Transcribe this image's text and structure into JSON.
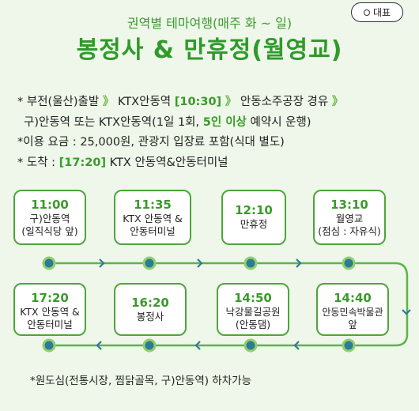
{
  "badge": {
    "label": "대표"
  },
  "header": {
    "subtitle": "권역별 테마여행(매주 화 ~ 일)",
    "title": "봉정사 & 만휴정(월영교)"
  },
  "info": {
    "line1": {
      "prefix": "* 부전(울산)출발",
      "a1": "》",
      "mid": " KTX안동역 ",
      "time": "[10:30]",
      "a2": "》",
      "end": " 안동소주공장 경유 ",
      "a3": "》"
    },
    "line2": {
      "pre": "구)안동역 또는 KTX안동역(1일 1회, ",
      "hl": "5인 이상",
      "post": " 예약시 운행)"
    },
    "line3": "*이용 요금 : 25,000원, 관광지 입장료 포함(식대 별도)",
    "line4": {
      "pre": "* 도착 : ",
      "time": "[17:20]",
      "post": " KTX 안동역&안동터미널"
    }
  },
  "stops_top": [
    {
      "time": "11:00",
      "l1": "구)안동역",
      "l2": "(일직식당 앞)"
    },
    {
      "time": "11:35",
      "l1": "KTX 안동역 &",
      "l2": "안동터미널"
    },
    {
      "time": "12:10",
      "l1": "만휴정",
      "l2": ""
    },
    {
      "time": "13:10",
      "l1": "월영교",
      "l2": "(점심 : 자유식)"
    }
  ],
  "stops_bottom": [
    {
      "time": "17:20",
      "l1": "KTX 안동역 &",
      "l2": "안동터미널"
    },
    {
      "time": "16:20",
      "l1": "봉정사",
      "l2": ""
    },
    {
      "time": "14:50",
      "l1": "낙강물길공원",
      "l2": "(안동댐)"
    },
    {
      "time": "14:40",
      "l1": "안동민속박물관",
      "l2": "앞"
    }
  ],
  "footnote": "*원도심(전통시장, 찜닭골목, 구)안동역) 하차가능",
  "colors": {
    "green": "#3a9a2b",
    "dot": "#2f7a96",
    "line": "#5bb54a",
    "bg": "#eef7e9"
  }
}
